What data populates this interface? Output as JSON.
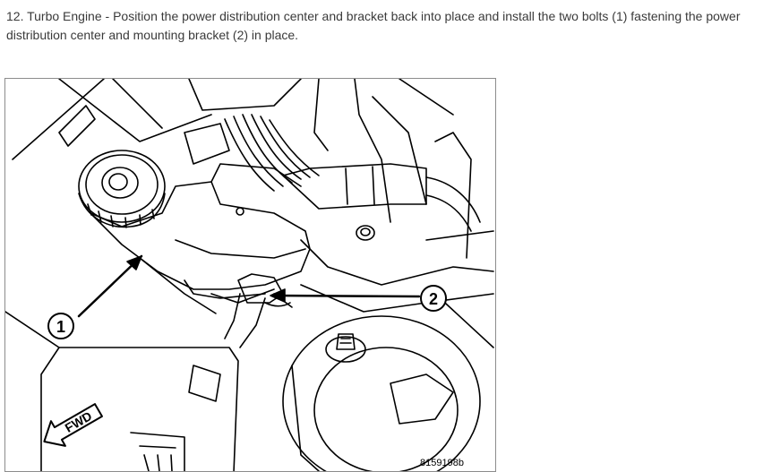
{
  "instruction": {
    "text": "12. Turbo Engine - Position the power distribution center and bracket back into place and install the two bolts (1) fastening the power distribution center and mounting bracket (2) in place."
  },
  "figure": {
    "callouts": [
      {
        "label": "1"
      },
      {
        "label": "2"
      }
    ],
    "direction_label": "FWD",
    "figure_id": "8159198b"
  }
}
